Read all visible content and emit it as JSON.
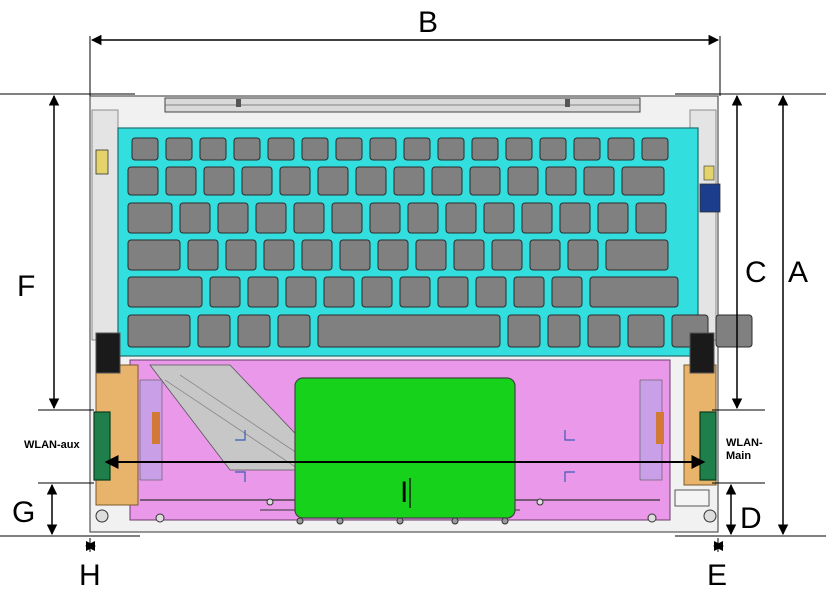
{
  "dimensions": {
    "A": "A",
    "B": "B",
    "C": "C",
    "D": "D",
    "E": "E",
    "F": "F",
    "G": "G",
    "H": "H",
    "I": "I"
  },
  "antennas": {
    "aux": "WLAN-aux",
    "main_line1": "WLAN-",
    "main_line2": "Main"
  },
  "colors": {
    "keyboard_plate": "#33dede",
    "key_fill": "#808080",
    "touchpad": "#16d21a",
    "palmrest": "#ea98ea",
    "antenna_cable": "#e8b36a",
    "antenna_module": "#1e7f4a"
  }
}
